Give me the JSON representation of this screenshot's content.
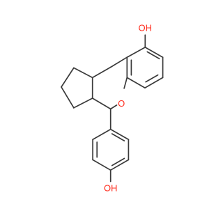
{
  "molecule": {
    "atom_labels": {
      "oh_top": "OH",
      "ring_oxygen": "O",
      "oh_bottom": "OH"
    },
    "colors": {
      "bond": "#3a3a3a",
      "oxygen": "#ff2b1c"
    }
  }
}
